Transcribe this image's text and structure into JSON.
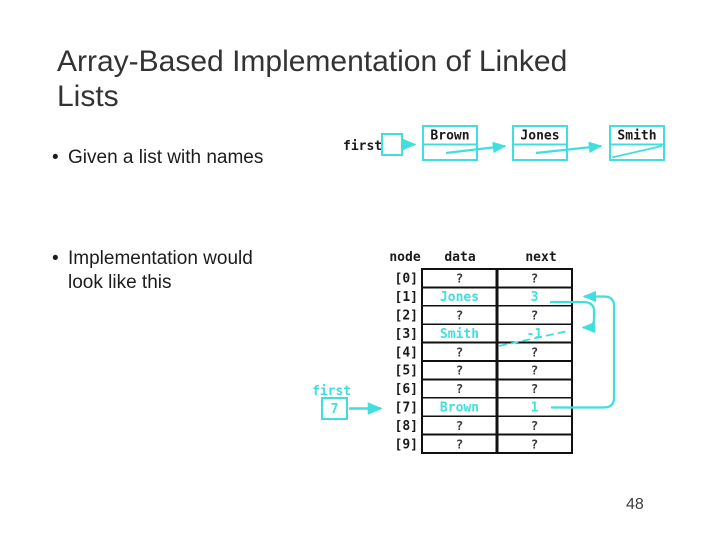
{
  "slide": {
    "title": "Array-Based Implementation of Linked Lists",
    "bullet_char": "•",
    "bullets": [
      "Given a list with names",
      "Implementation would look like this"
    ],
    "page_number": "48"
  },
  "colors": {
    "accent_cyan": "#41dede",
    "title_gray": "#333333",
    "text_black": "#1c1c1c"
  },
  "linked_list": {
    "pointer_label": "first",
    "nodes": [
      {
        "label": "Brown"
      },
      {
        "label": "Jones"
      },
      {
        "label": "Smith"
      }
    ]
  },
  "array_table": {
    "headers": [
      "node",
      "data",
      "next"
    ],
    "first_label": "first",
    "first_value": "7",
    "rows": [
      {
        "index": "[0]",
        "data": "?",
        "next": "?"
      },
      {
        "index": "[1]",
        "data": "Jones",
        "next": "3"
      },
      {
        "index": "[2]",
        "data": "?",
        "next": "?"
      },
      {
        "index": "[3]",
        "data": "Smith",
        "next": "-1"
      },
      {
        "index": "[4]",
        "data": "?",
        "next": "?"
      },
      {
        "index": "[5]",
        "data": "?",
        "next": "?"
      },
      {
        "index": "[6]",
        "data": "?",
        "next": "?"
      },
      {
        "index": "[7]",
        "data": "Brown",
        "next": "1"
      },
      {
        "index": "[8]",
        "data": "?",
        "next": "?"
      },
      {
        "index": "[9]",
        "data": "?",
        "next": "?"
      }
    ]
  }
}
